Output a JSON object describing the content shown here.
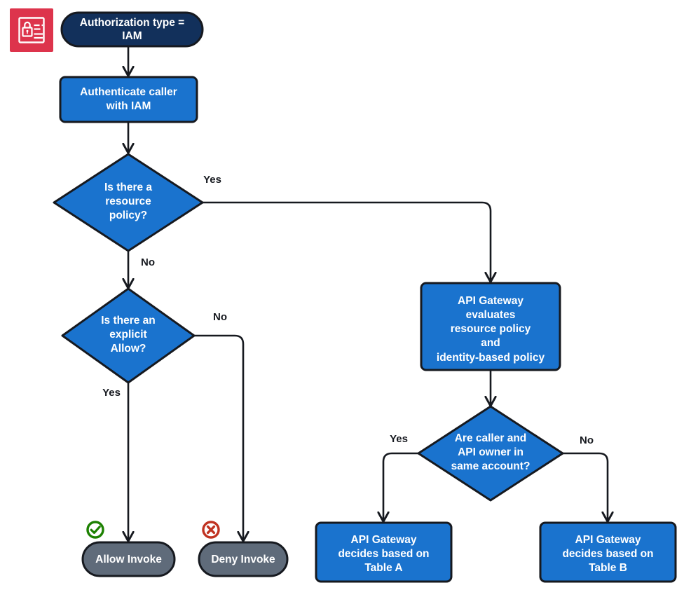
{
  "diagram": {
    "title": "Authorization type = IAM decision flow",
    "colors": {
      "process_blue": "#1a73ce",
      "start_navy": "#12305b",
      "terminal_gray": "#5f6b7a",
      "stroke_dark": "#16191f",
      "icon_red_bg": "#dd344c",
      "allow_green": "#1d8102",
      "deny_red": "#c03221",
      "label_text": "#16191f",
      "node_text": "#ffffff"
    },
    "icon": {
      "name": "iam-identity-card-icon",
      "background": "#dd344c",
      "description": "AWS Identity and Access Management badge with padlock"
    },
    "nodes": [
      {
        "id": "start",
        "type": "start-pill",
        "lines": [
          "Authorization type =",
          "IAM"
        ],
        "fill": "#12305b"
      },
      {
        "id": "authenticate",
        "type": "process-box",
        "lines": [
          "Authenticate caller",
          "with IAM"
        ],
        "fill": "#1a73ce"
      },
      {
        "id": "resource-policy-decision",
        "type": "decision-diamond",
        "lines": [
          "Is there a",
          "resource",
          "policy?"
        ],
        "fill": "#1a73ce"
      },
      {
        "id": "explicit-allow-decision",
        "type": "decision-diamond",
        "lines": [
          "Is there an",
          "explicit",
          "Allow?"
        ],
        "fill": "#1a73ce"
      },
      {
        "id": "evaluate-policies",
        "type": "process-box",
        "lines": [
          "API Gateway",
          "evaluates",
          "resource policy",
          "and",
          "identity-based policy"
        ],
        "fill": "#1a73ce"
      },
      {
        "id": "same-account-decision",
        "type": "decision-diamond",
        "lines": [
          "Are caller and",
          "API owner in",
          "same account?"
        ],
        "fill": "#1a73ce"
      },
      {
        "id": "allow-invoke",
        "type": "terminal-pill",
        "lines": [
          "Allow Invoke"
        ],
        "fill": "#5f6b7a",
        "status_icon": "check-circle-icon"
      },
      {
        "id": "deny-invoke",
        "type": "terminal-pill",
        "lines": [
          "Deny Invoke"
        ],
        "fill": "#5f6b7a",
        "status_icon": "x-circle-icon"
      },
      {
        "id": "table-a",
        "type": "process-box",
        "lines": [
          "API Gateway",
          "decides based on",
          "Table A"
        ],
        "fill": "#1a73ce"
      },
      {
        "id": "table-b",
        "type": "process-box",
        "lines": [
          "API Gateway",
          "decides based on",
          "Table B"
        ],
        "fill": "#1a73ce"
      }
    ],
    "edge_labels": {
      "resource_yes": "Yes",
      "resource_no": "No",
      "explicit_no": "No",
      "explicit_yes": "Yes",
      "account_yes": "Yes",
      "account_no": "No"
    }
  }
}
